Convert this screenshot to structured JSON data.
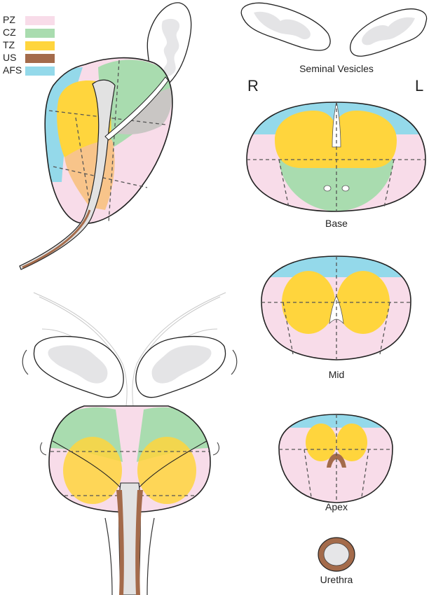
{
  "legend": {
    "items": [
      {
        "label": "PZ",
        "color": "#f8dce9"
      },
      {
        "label": "CZ",
        "color": "#a9dcaf"
      },
      {
        "label": "TZ",
        "color": "#ffd53d"
      },
      {
        "label": "US",
        "color": "#a46b4b"
      },
      {
        "label": "AFS",
        "color": "#94d9ea"
      }
    ]
  },
  "labels": {
    "seminal_vesicles": "Seminal Vesicles",
    "right": "R",
    "left": "L",
    "base": "Base",
    "mid": "Mid",
    "apex": "Apex",
    "urethra": "Urethra"
  }
}
